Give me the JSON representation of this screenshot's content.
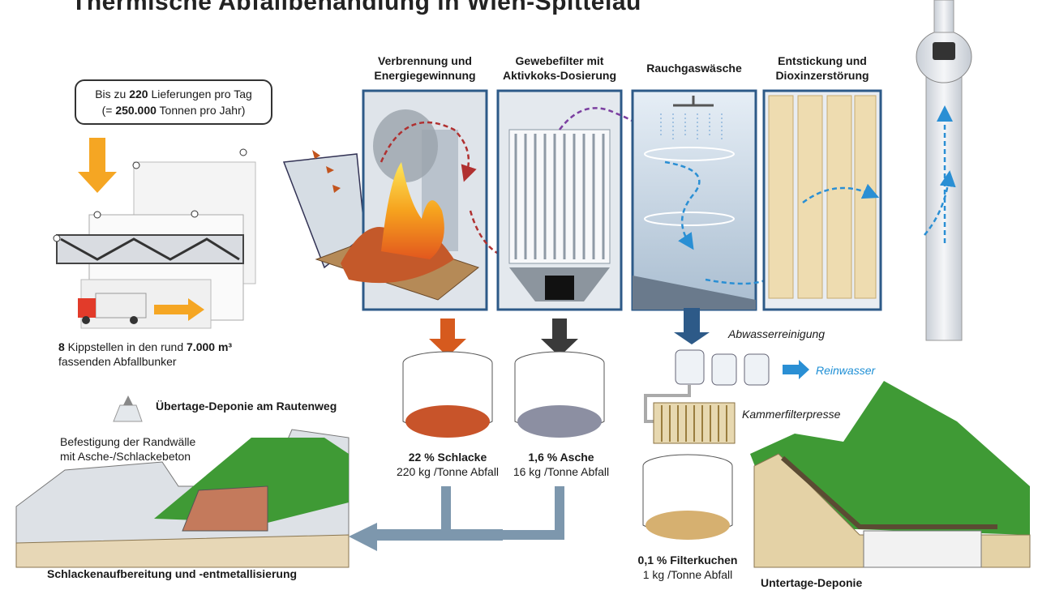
{
  "title": "Thermische Abfallbehandlung in Wien-Spittelau",
  "intake": {
    "line1_pre": "Bis zu ",
    "line1_num": "220",
    "line1_post": " Lieferungen pro Tag",
    "line2_pre": "(= ",
    "line2_num": "250.000",
    "line2_post": " Tonnen pro Jahr)"
  },
  "bunker": {
    "num1": "8",
    "text1": " Kippstellen in den rund ",
    "num2": "7.000 m³",
    "text2": "fassenden Abfallbunker"
  },
  "stages": [
    {
      "line1": "Verbrennung und",
      "line2": "Energiegewinnung"
    },
    {
      "line1": "Gewebefilter mit",
      "line2": "Aktivkoks-Dosierung"
    },
    {
      "line1": "Rauchgaswäsche",
      "line2": ""
    },
    {
      "line1": "Entstickung und",
      "line2": "Dioxinzerstörung"
    }
  ],
  "residues": {
    "slag": {
      "pct": "22 % Schlacke",
      "amount": "220 kg /Tonne Abfall"
    },
    "ash": {
      "pct": "1,6 % Asche",
      "amount": "16 kg /Tonne Abfall"
    },
    "cake": {
      "pct": "0,1 % Filterkuchen",
      "amount": "1 kg /Tonne Abfall"
    }
  },
  "water": {
    "treatment": "Abwasserreinigung",
    "clean": "Reinwasser",
    "press": "Kammerfilterpresse"
  },
  "landfill": {
    "surface": "Übertage-Deponie am Rautenweg",
    "wall_line1": "Befestigung der Randwälle",
    "wall_line2": "mit Asche-/Schlackebeton",
    "processing": "Schlackenaufbereitung und -entmetallisierung",
    "underground": "Untertage-Deponie"
  },
  "colors": {
    "arrow_orange": "#f5a623",
    "arrow_blue": "#2a8fd4",
    "arrow_purple": "#7b3fa0",
    "arrow_red": "#b03030",
    "flow_gray": "#7d97ad",
    "grass": "#3f9a35",
    "slag": "#c8542a",
    "steel_blue": "#2d5a88"
  }
}
